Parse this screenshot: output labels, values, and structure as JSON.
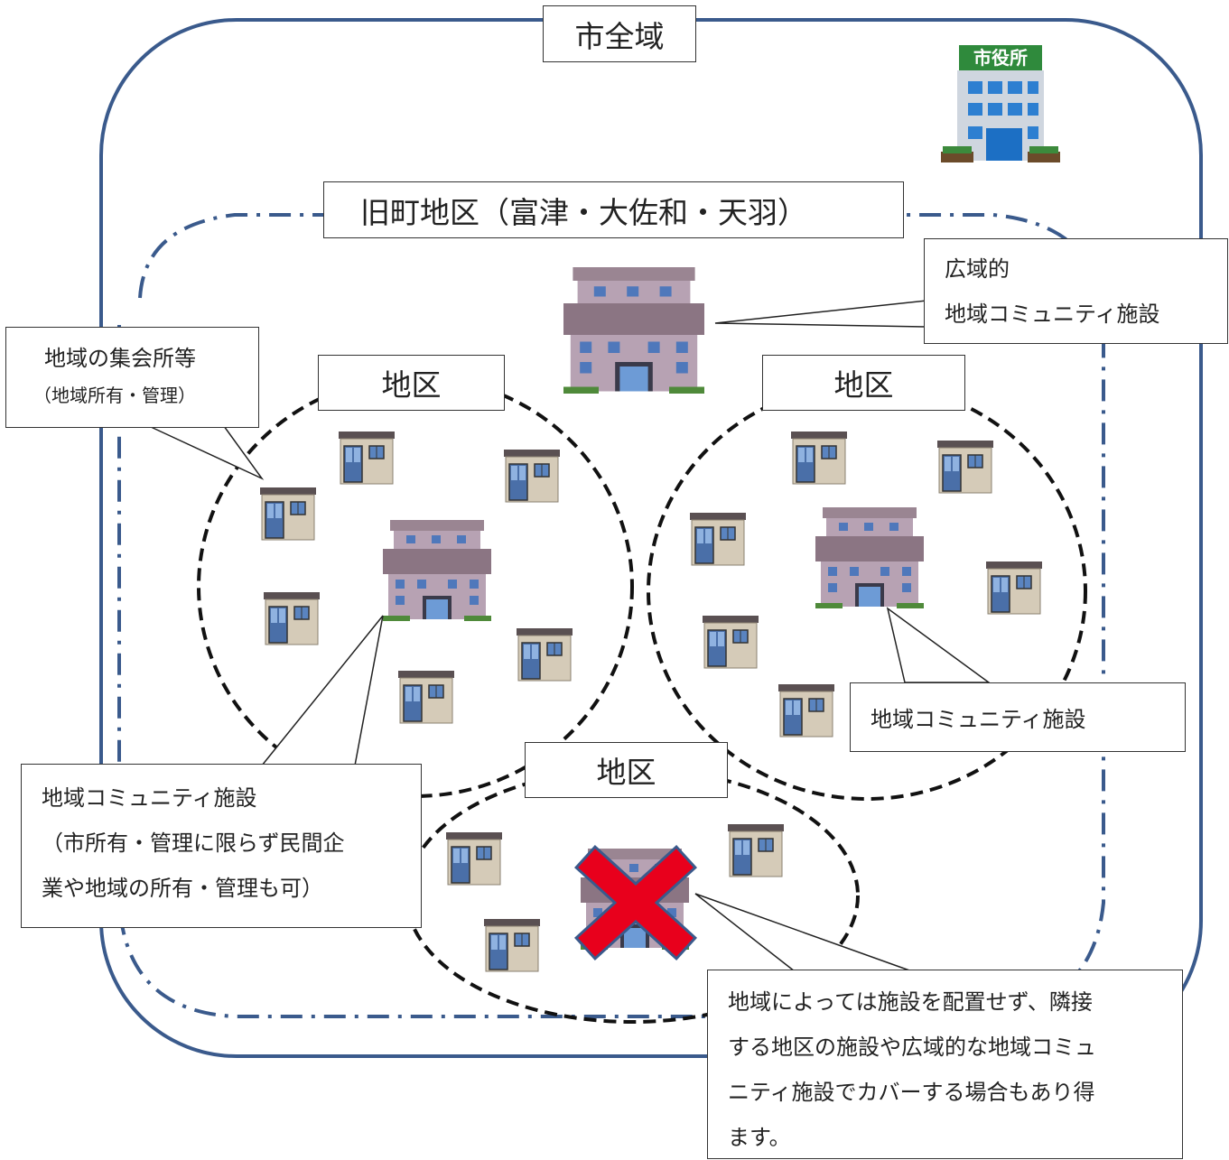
{
  "city": {
    "label": "市全域"
  },
  "city_hall": {
    "sign": "市役所"
  },
  "old_town": {
    "label": "旧町地区（富津・大佐和・天羽）"
  },
  "districts": [
    {
      "label": "地区"
    },
    {
      "label": "地区"
    },
    {
      "label": "地区"
    }
  ],
  "callouts": {
    "wide_area": {
      "line1": "広域的",
      "line2": "地域コミュニティ施設"
    },
    "meeting_place": {
      "line1": "地域の集会所等",
      "line2": "（地域所有・管理）"
    },
    "community_facility_right": {
      "text": "地域コミュニティ施設"
    },
    "community_facility_left": {
      "line1": "地域コミュニティ施設",
      "line2": "（市所有・管理に限らず民間企",
      "line3": "業や地域の所有・管理も可）"
    },
    "no_facility": {
      "line1": "地域によっては施設を配置せず、隣接",
      "line2": "する地区の施設や広域的な地域コミュ",
      "line3": "ニティ施設でカバーする場合もあり得",
      "line4": "ます。"
    }
  },
  "colors": {
    "city_border": "#3a5a8c",
    "old_town_border": "#3a5a8c",
    "district_border": "#111111",
    "facility_wall": "#b7a2b3",
    "facility_roof": "#8b7583",
    "house_wall": "#d5cbb8",
    "window": "#5a84c0",
    "cross": "#e8001c",
    "city_hall_sign": "#2f8a3c"
  }
}
